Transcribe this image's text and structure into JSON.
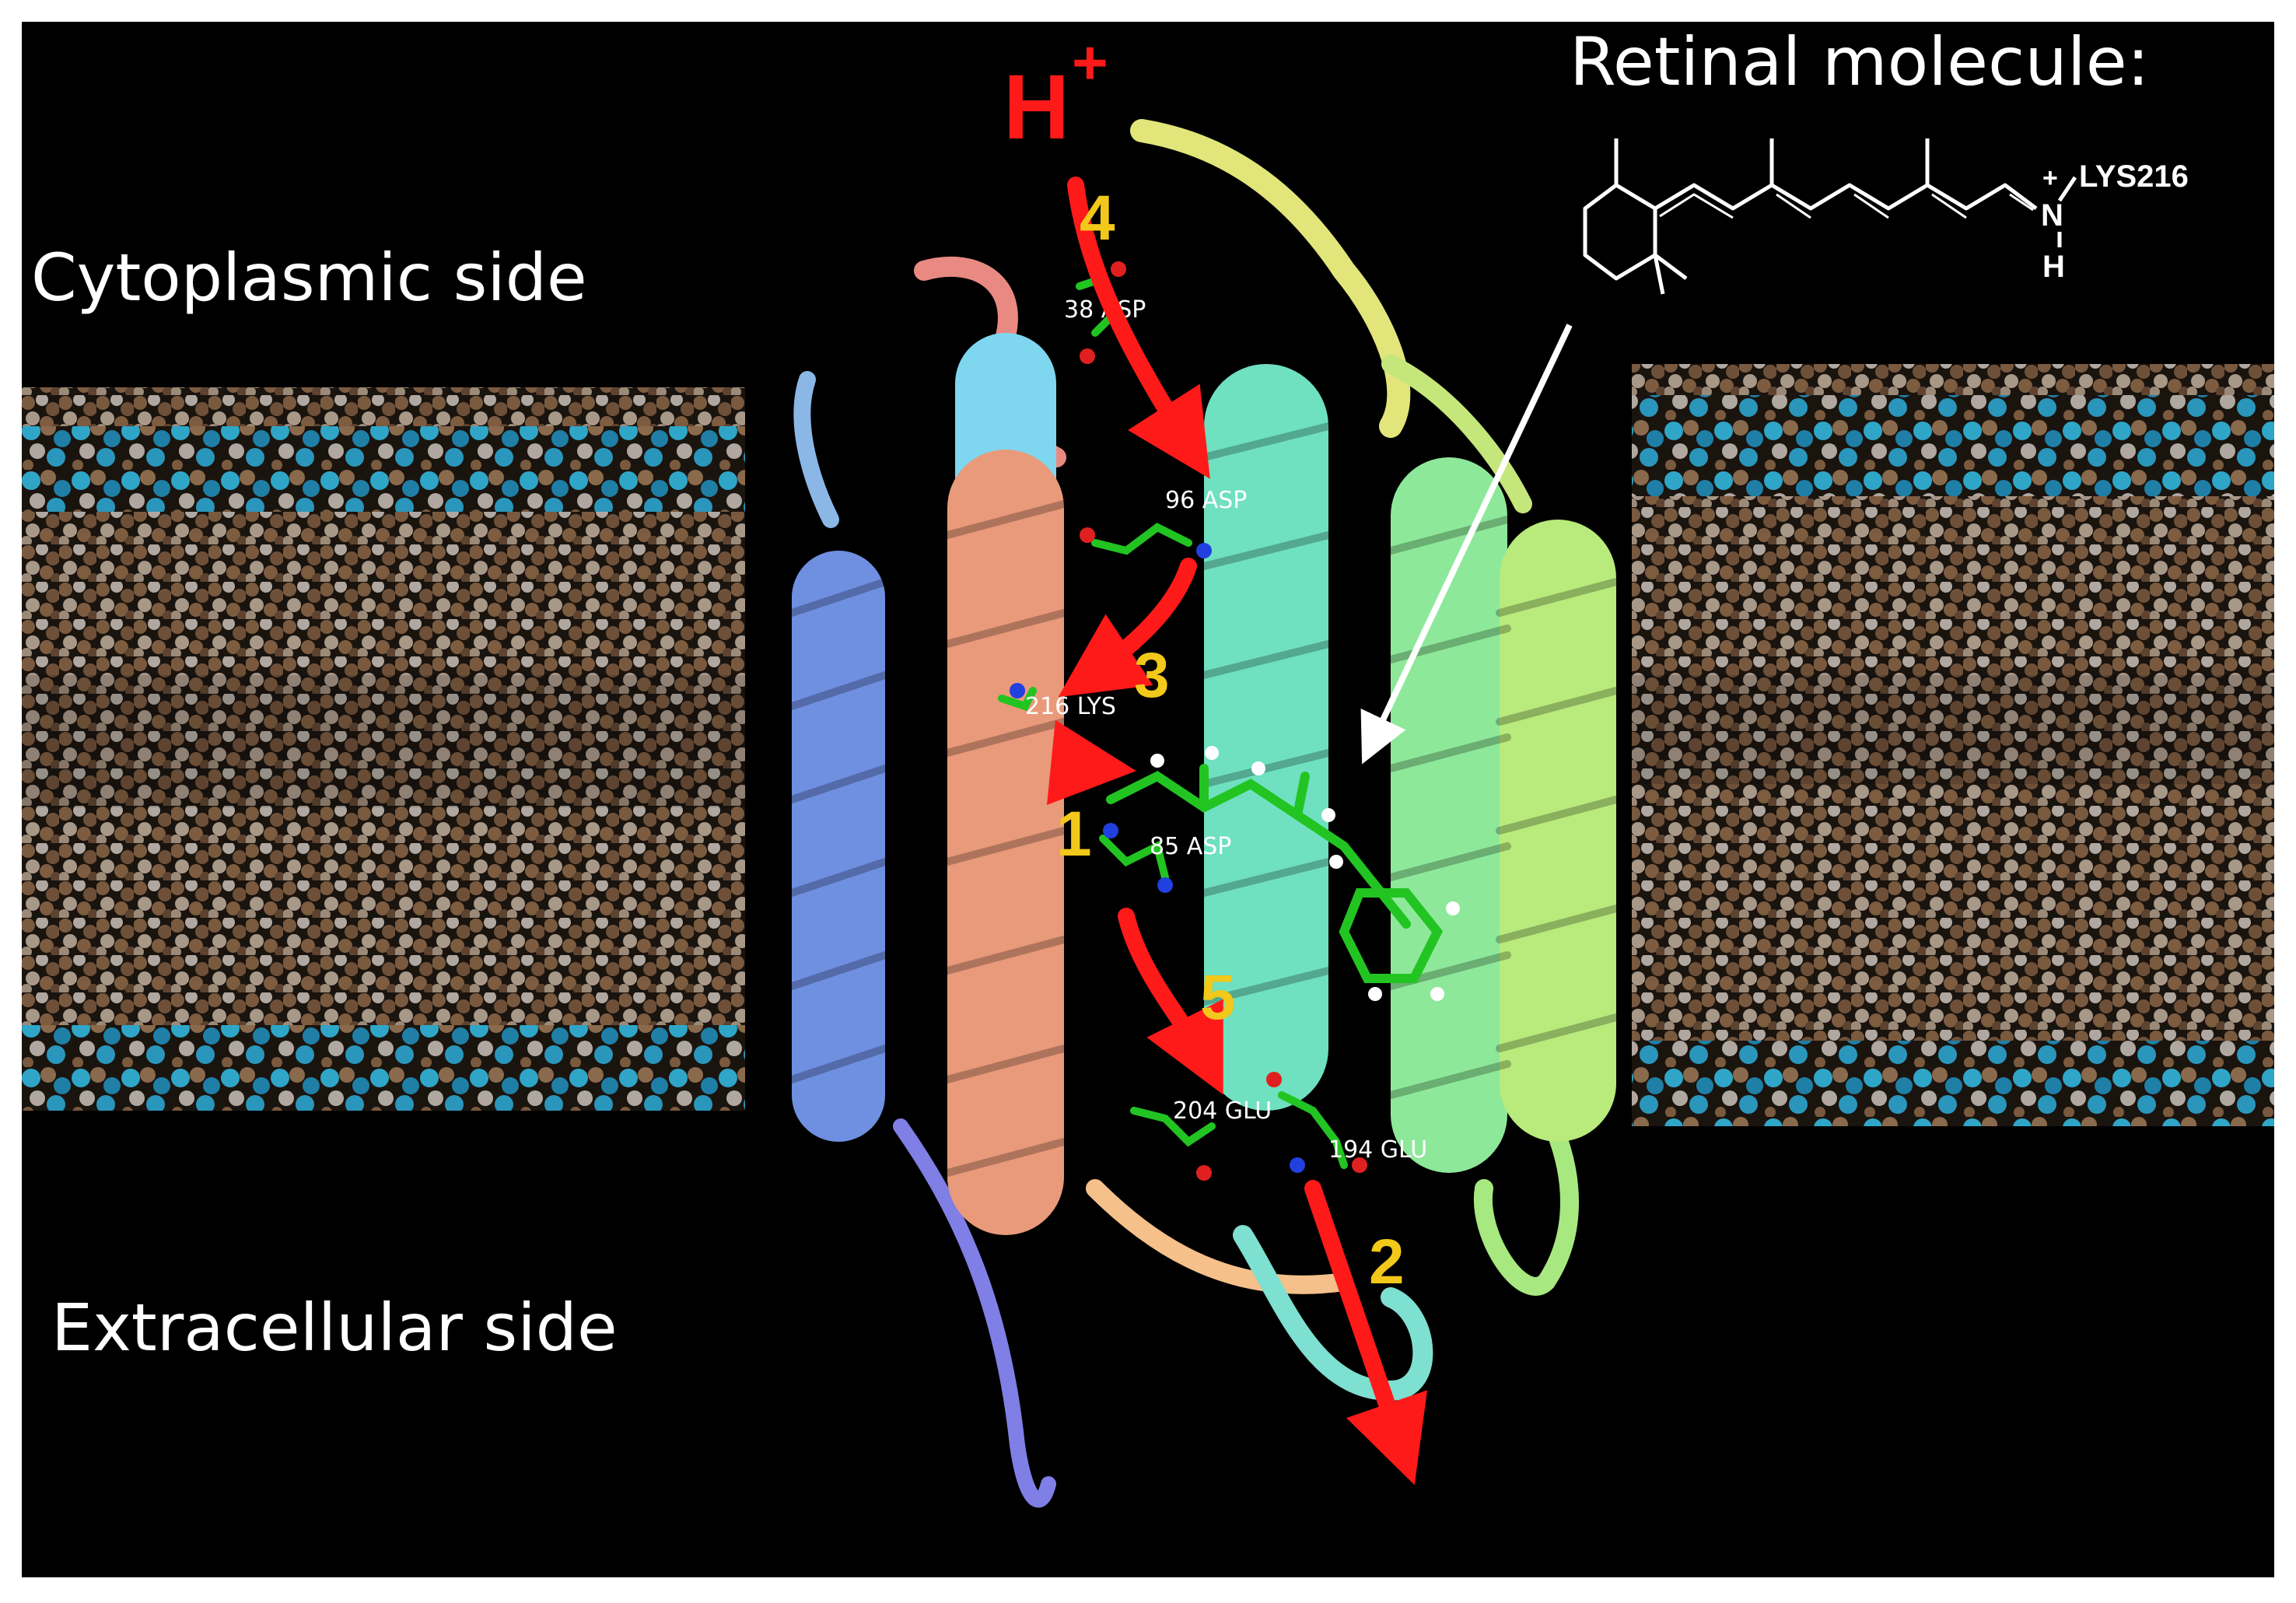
{
  "labels": {
    "cytoplasmic": "Cytoplasmic side",
    "extracellular": "Extracellular side",
    "retinal_title": "Retinal molecule:",
    "lys_label": "LYS216",
    "n_label": "N",
    "h_label": "H",
    "plus_label": "+",
    "proton": "H",
    "proton_charge": "+"
  },
  "residues": [
    {
      "text": "38 ASP"
    },
    {
      "text": "96 ASP"
    },
    {
      "text": "216 LYS"
    },
    {
      "text": "85 ASP"
    },
    {
      "text": "204 GLU"
    },
    {
      "text": "194 GLU"
    }
  ],
  "steps": [
    {
      "num": "4"
    },
    {
      "num": "3"
    },
    {
      "num": "1"
    },
    {
      "num": "5"
    },
    {
      "num": "2"
    }
  ],
  "colors": {
    "background": "#000000",
    "proton_path": "#ff1a1a",
    "step_numbers": "#f2c81a",
    "lipid_head": "#2fa6c8",
    "lipid_tail": "#8a6a4c",
    "retinal_carbon": "#22c422"
  }
}
